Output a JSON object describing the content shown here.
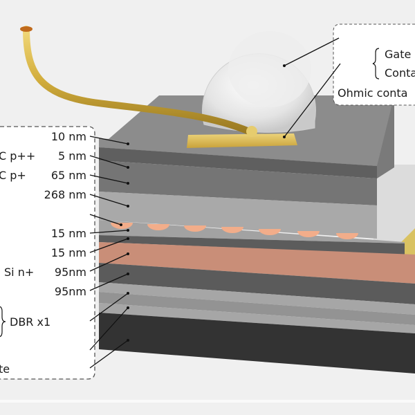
{
  "title": "Layered semiconductor device with solid-immersion lens and wire bond",
  "left_labels": {
    "thicknesses": [
      "10 nm",
      "5 nm",
      "65 nm",
      "268 nm",
      "15 nm",
      "15 nm",
      "95nm",
      "95nm"
    ],
    "materials": [
      "C p++",
      "C p+",
      "Si n+"
    ],
    "dbr": "DBR x1",
    "substrate_fragment": "te"
  },
  "right_labels": {
    "gate": "Gate",
    "contact": "Conta",
    "ohmic": "Ohmic conta"
  },
  "colors": {
    "background": "#f0f0f0",
    "top_layer": "#8a8a8a",
    "p_plus_plus": "#5e5e5e",
    "p_plus": "#737373",
    "active": "#a8a8a8",
    "quantum_dots": "#f2ad8a",
    "n_plus": "#c98e78",
    "dark_layer": "#5a5a5a",
    "dbr_light": "#a5a5a5",
    "dbr_mid": "#949494",
    "substrate": "#333333",
    "gold": "#d4b14a",
    "lens": "#e6e6e6"
  }
}
